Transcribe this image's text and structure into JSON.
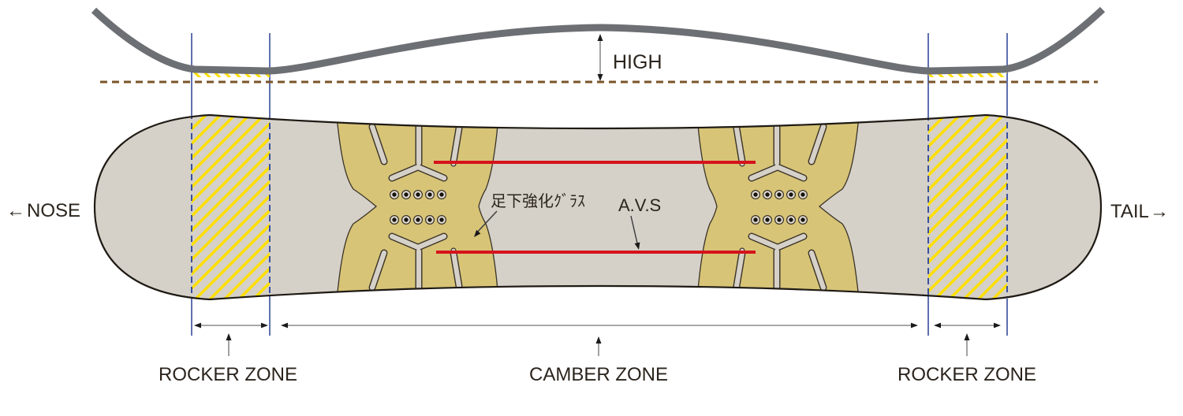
{
  "diagram": {
    "title_implicit": "snowboard camber-rocker profile diagram",
    "profile": {
      "high_label": "HIGH"
    },
    "side_labels": {
      "nose_arrow": "←",
      "nose": "NOSE",
      "tail": "TAIL",
      "tail_arrow": "→"
    },
    "zones": {
      "rocker_left": "ROCKER ZONE",
      "camber": "CAMBER ZONE",
      "rocker_right": "ROCKER ZONE"
    },
    "annotations": {
      "underfoot_reinforcement": "足下強化ｸﾞﾗｽ",
      "avs": "A.V.S"
    },
    "colors": {
      "board": "#d5d1c8",
      "reinforcement": "#d7c477",
      "hatch_yellow": "#ffdf00",
      "rocker_guide_blue": "#3a4f9f",
      "avs_red": "#d6131b",
      "profile_gray": "#6c6f73",
      "baseline_brown": "#7a5428",
      "text": "#2b241d"
    }
  }
}
